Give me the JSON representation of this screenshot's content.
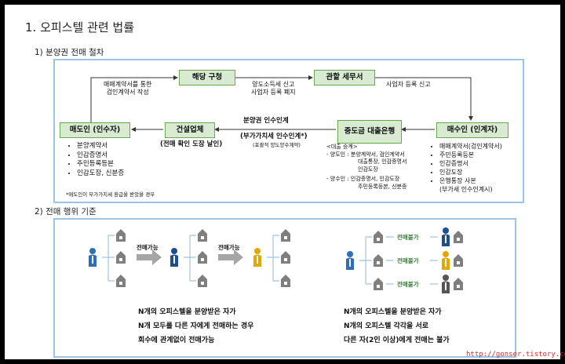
{
  "title": "1. 오피스텔 관련 법률",
  "section1": {
    "heading": "1) 분양권 전매 철차",
    "boxes": {
      "haedang": "해당 구청",
      "tax_office": "관할 세무서",
      "seller": "매도인 (인수자)",
      "builder": "건설업체",
      "bank": "중도금 대출은행",
      "buyer": "매수인 (인계자)"
    },
    "labels": {
      "contract": [
        "매매계약서를 통한",
        "검인계약서 작성"
      ],
      "cancel": [
        "양도소득세 신고",
        "사업자 등록 폐지"
      ],
      "biz_reg": "사업자 등록 신고",
      "transfer": "분양권 인수인계",
      "vat_transfer": "(부가가치세 인수인계*)",
      "vat_sub": "(포괄적 양도양수계약)",
      "confirm": "(전매 확인 도장 날인)",
      "note": "*매도인이 부가가치세 환급을 받았을 경우"
    },
    "seller_docs": [
      "분양계약서",
      "인감증명서",
      "주민등록등본",
      "인감도장, 신분증"
    ],
    "bank_docs": {
      "head": "<대출 승계>",
      "seller_line1": "- 양도인 : 분양계약서, 검인계약서",
      "seller_line2": "대출통장, 인감증명서",
      "seller_line3": "인감도장",
      "buyer_line1": "- 양수인 : 인감증명서, 인감도장",
      "buyer_line2": "주민등록등본, 신분증"
    },
    "buyer_docs": [
      "매매계약서(검인계약서)",
      "주민등록등본",
      "인감증명서",
      "인감도장",
      "은행통장 사본",
      "(부가세 인수인계시)"
    ]
  },
  "section2": {
    "heading": "2) 전매 행위 기준",
    "allowed_label": "전매가능",
    "denied_label": "전매불가",
    "left_text": [
      "N개의 오피스텔을 분양받은 자가",
      "N개 모두를 다른 자에게 전매하는 경우",
      "회수에 관계없이 전매가능"
    ],
    "right_text": [
      "N개의 오피스텔을 분양받은 자가",
      "N개의 오피스텔 각각을 서로",
      "다른 자(2인 이상)에게 전매는 불가"
    ],
    "colors": {
      "blue": "#2e6fb7",
      "gold": "#e0a800",
      "gray": "#555555",
      "arrow": "#a6a6a6"
    }
  },
  "footer": {
    "url": "http://gonser.tistory.com"
  }
}
